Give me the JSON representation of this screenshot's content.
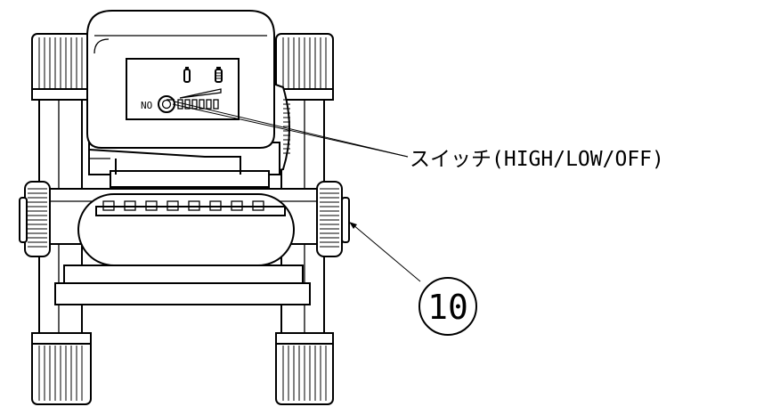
{
  "panel": {
    "no_label": "NO"
  },
  "callouts": {
    "switch_label": "スイッチ(HIGH/LOW/OFF)",
    "part_number": "10"
  },
  "colors": {
    "line": "#000000",
    "background": "#ffffff"
  }
}
